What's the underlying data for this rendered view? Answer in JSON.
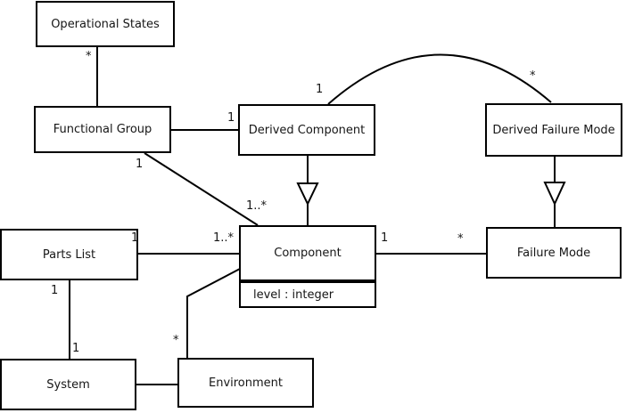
{
  "diagram": {
    "background_color": "#ffffff",
    "line_color": "#000000",
    "nodes": {
      "operational_states": {
        "label": "Operational States"
      },
      "functional_group": {
        "label": "Functional Group"
      },
      "derived_component": {
        "label": "Derived Component"
      },
      "derived_failure_mode": {
        "label": "Derived Failure Mode"
      },
      "parts_list": {
        "label": "Parts List"
      },
      "component": {
        "label": "Component",
        "attributes": [
          "level : integer"
        ]
      },
      "failure_mode": {
        "label": "Failure Mode"
      },
      "system": {
        "label": "System"
      },
      "environment": {
        "label": "Environment"
      }
    },
    "edges": [
      {
        "from": "operational_states",
        "to": "functional_group",
        "type": "association",
        "labels": [
          {
            "text": "*",
            "at": "operational_states"
          }
        ]
      },
      {
        "from": "functional_group",
        "to": "derived_component",
        "type": "association",
        "labels": [
          {
            "text": "1",
            "at": "derived_component"
          }
        ]
      },
      {
        "from": "functional_group",
        "to": "component",
        "type": "association",
        "labels": [
          {
            "text": "1",
            "at": "functional_group"
          },
          {
            "text": "1..*",
            "at": "component"
          }
        ]
      },
      {
        "from": "parts_list",
        "to": "component",
        "type": "association",
        "labels": [
          {
            "text": "1",
            "at": "parts_list"
          },
          {
            "text": "1..*",
            "at": "component"
          }
        ]
      },
      {
        "from": "parts_list",
        "to": "system",
        "type": "association",
        "labels": [
          {
            "text": "1",
            "at": "parts_list"
          },
          {
            "text": "1",
            "at": "system"
          }
        ]
      },
      {
        "from": "system",
        "to": "environment",
        "type": "association",
        "labels": []
      },
      {
        "from": "environment",
        "to": "component",
        "type": "association",
        "labels": [
          {
            "text": "*",
            "at": "environment"
          }
        ]
      },
      {
        "from": "component",
        "to": "failure_mode",
        "type": "association",
        "labels": [
          {
            "text": "1",
            "at": "component"
          },
          {
            "text": "*",
            "at": "failure_mode"
          }
        ]
      },
      {
        "from": "derived_component",
        "to": "component",
        "type": "generalization",
        "labels": []
      },
      {
        "from": "derived_failure_mode",
        "to": "failure_mode",
        "type": "generalization",
        "labels": []
      },
      {
        "from": "derived_component",
        "to": "derived_failure_mode",
        "type": "association",
        "labels": [
          {
            "text": "1",
            "at": "derived_component"
          },
          {
            "text": "*",
            "at": "derived_failure_mode"
          }
        ]
      }
    ]
  }
}
